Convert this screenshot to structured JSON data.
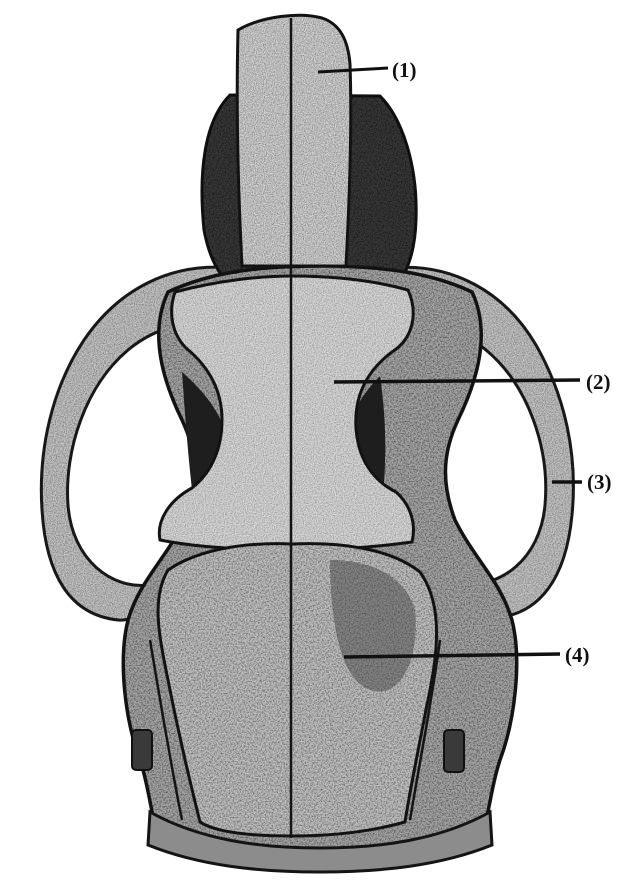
{
  "diagram": {
    "subject": "skull-dorsal-view",
    "labels": [
      {
        "id": "label-1",
        "text": "(1)"
      },
      {
        "id": "label-2",
        "text": "(2)"
      },
      {
        "id": "label-3",
        "text": "(3)"
      },
      {
        "id": "label-4",
        "text": "(4)"
      }
    ],
    "colors": {
      "ink": "#111111",
      "bone_light": "#e4e4e4",
      "bone_mid": "#bdbdbd",
      "bone_dark": "#6e6e6e",
      "shadow": "#2b2b2b",
      "background": "#ffffff"
    }
  }
}
